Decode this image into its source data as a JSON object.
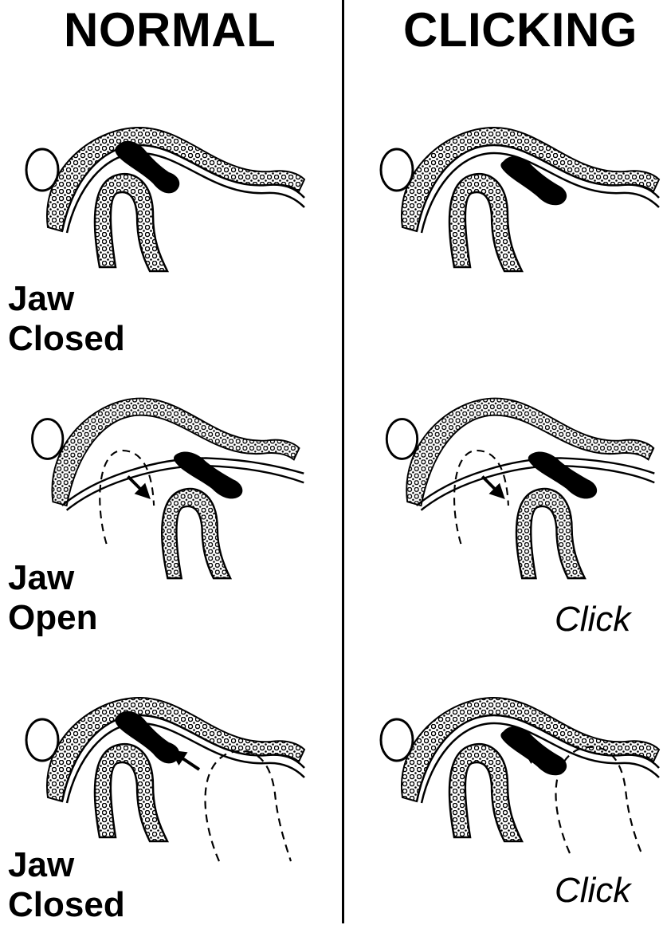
{
  "headers": {
    "left": "NORMAL",
    "right": "CLICKING"
  },
  "labels": {
    "row1": [
      "Jaw",
      "Closed"
    ],
    "row2": [
      "Jaw",
      "Open"
    ],
    "row3": [
      "Jaw",
      "Closed"
    ]
  },
  "click_labels": {
    "row2": "Click",
    "row3": "Click"
  },
  "colors": {
    "ink": "#000000",
    "paper": "#ffffff"
  }
}
